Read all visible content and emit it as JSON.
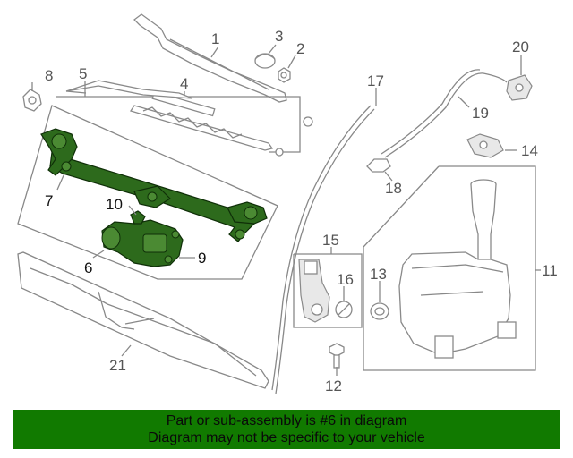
{
  "callouts": {
    "c1": "1",
    "c2": "2",
    "c3": "3",
    "c4": "4",
    "c5": "5",
    "c6": "6",
    "c7": "7",
    "c8": "8",
    "c9": "9",
    "c10": "10",
    "c11": "11",
    "c12": "12",
    "c13": "13",
    "c14": "14",
    "c15": "15",
    "c16": "16",
    "c17": "17",
    "c18": "18",
    "c19": "19",
    "c20": "20",
    "c21": "21"
  },
  "highlighted_part": "6",
  "colors": {
    "highlight": "#2d6a1c",
    "banner": "#117a00",
    "line": "#888888"
  },
  "banner": {
    "line1": "Part or sub-assembly is #6 in diagram",
    "line2": "Diagram may not be specific to your vehicle"
  }
}
